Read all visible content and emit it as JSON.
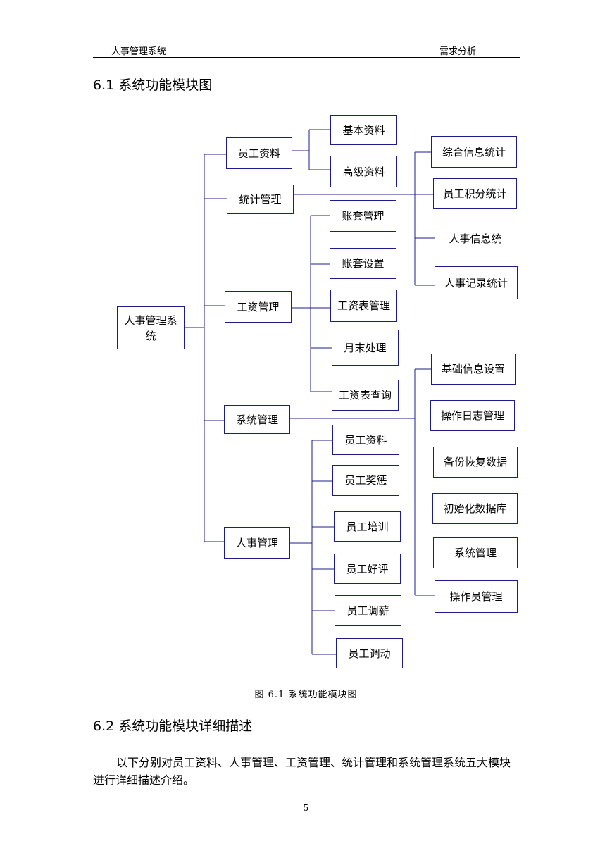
{
  "header": {
    "left": "人事管理系统",
    "right": "需求分析"
  },
  "section1_title": "6.1 系统功能模块图",
  "diagram": {
    "root": "人事管理系统",
    "l1": [
      "员工资料",
      "统计管理",
      "工资管理",
      "系统管理",
      "人事管理"
    ],
    "staff_info": [
      "基本资料",
      "高级资料"
    ],
    "statistics": [
      "综合信息统计",
      "员工积分统计",
      "人事信息统",
      "人事记录统计"
    ],
    "salary": [
      "账套管理",
      "账套设置",
      "工资表管理",
      "月末处理",
      "工资表查询"
    ],
    "system": [
      "基础信息设置",
      "操作日志管理",
      "备份恢复数据",
      "初始化数据库",
      "系统管理",
      "操作员管理"
    ],
    "personnel": [
      "员工资料",
      "员工奖惩",
      "员工培训",
      "员工好评",
      "员工调薪",
      "员工调动"
    ]
  },
  "caption": "图 6.1  系统功能模块图",
  "section2_title": "6.2 系统功能模块详细描述",
  "paragraph": "以下分别对员工资料、人事管理、工资管理、统计管理和系统管理系统五大模块进行详细描述介绍。",
  "page_number": "5",
  "colors": {
    "box_border": "#1c1c8c",
    "line": "#1c1c8c"
  }
}
